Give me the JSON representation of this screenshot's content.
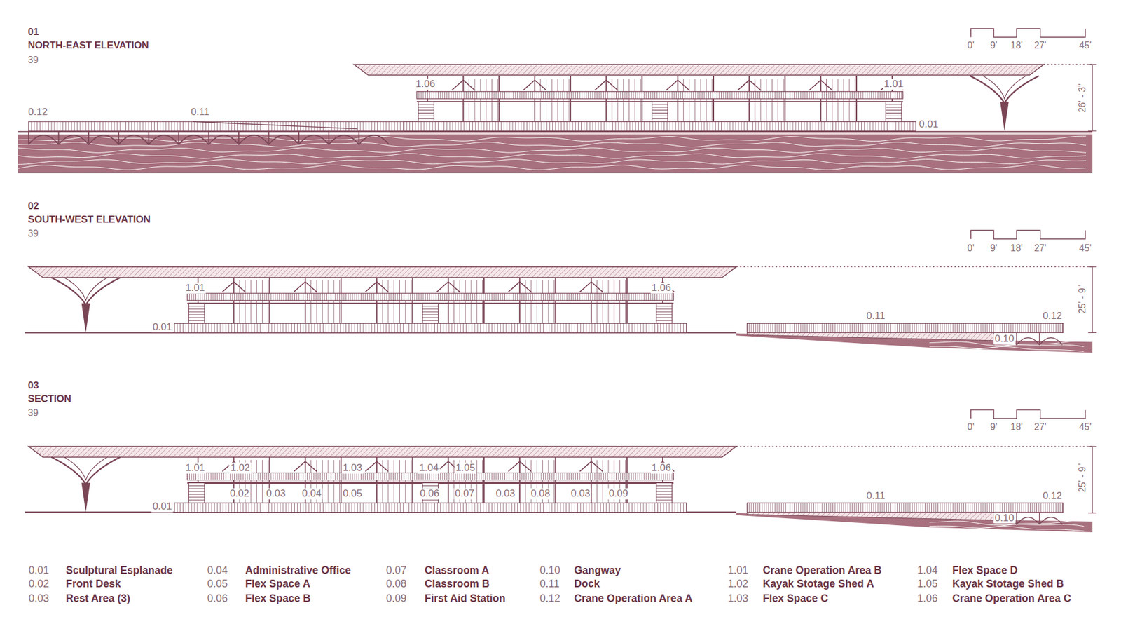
{
  "diagram": {
    "labels": [
      "01",
      "NORTH-EAST ELEVATION",
      "39",
      "0'",
      "9'",
      "18'",
      "27'",
      "45'",
      "26' - 3\"",
      "1.06",
      "1.01",
      "0.12",
      "0.11",
      "0.01",
      "02",
      "SOUTH-WEST ELEVATION",
      "39",
      "0'",
      "9'",
      "18'",
      "27'",
      "45'",
      "25' - 9\"",
      "1.01",
      "1.06",
      "0.01",
      "0.11",
      "0.12",
      "0.10",
      "03",
      "SECTION",
      "39",
      "0'",
      "9'",
      "18'",
      "27'",
      "45'",
      "25' - 9\"",
      "1.01",
      "1.02",
      "1.03",
      "1.04",
      "1.05",
      "1.06",
      "0.02",
      "0.03",
      "0.04",
      "0.05",
      "0.06",
      "0.07",
      "0.03",
      "0.08",
      "0.03",
      "0.09",
      "0.01",
      "0.11",
      "0.12",
      "0.10",
      "0.01",
      "Sculptural Esplanade",
      "0.02",
      "Front Desk",
      "0.03",
      "Rest Area (3)",
      "0.04",
      "Administrative Office",
      "0.05",
      "Flex Space A",
      "0.06",
      "Flex Space B",
      "0.07",
      "Classroom A",
      "0.08",
      "Classroom B",
      "0.09",
      "First Aid Station",
      "0.10",
      "Gangway",
      "0.11",
      "Dock",
      "0.12",
      "Crane Operation Area A",
      "1.01",
      "Crane Operation Area B",
      "1.02",
      "Kayak Stotage Shed A",
      "1.03",
      "Flex Space C",
      "1.04",
      "Flex Space D",
      "1.05",
      "Kayak Stotage Shed B",
      "1.06",
      "Crane Operation Area C"
    ]
  }
}
